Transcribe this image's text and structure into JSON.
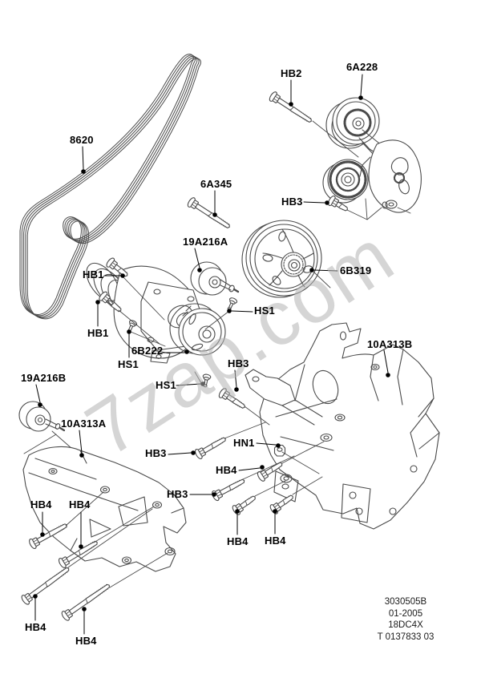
{
  "watermark": {
    "text": "7zap.com"
  },
  "footer": {
    "lines": [
      "3030505B",
      "01-2005",
      "18DC4X",
      "T 0137833 03"
    ]
  },
  "colors": {
    "line": "#4a4a4a",
    "label": "#000000",
    "watermark": "#b4b4b4"
  },
  "callouts": [
    {
      "part": "8620"
    },
    {
      "part": "HB2"
    },
    {
      "part": "6A228"
    },
    {
      "part": "HB3"
    },
    {
      "part": "6A345"
    },
    {
      "part": "19A216A"
    },
    {
      "part": "6B319"
    },
    {
      "part": "HB1"
    },
    {
      "part": "HB1"
    },
    {
      "part": "HS1"
    },
    {
      "part": "6B222"
    },
    {
      "part": "HS1"
    },
    {
      "part": "HS1"
    },
    {
      "part": "HB3"
    },
    {
      "part": "10A313B"
    },
    {
      "part": "19A216B"
    },
    {
      "part": "10A313A"
    },
    {
      "part": "HB3"
    },
    {
      "part": "HN1"
    },
    {
      "part": "HB4"
    },
    {
      "part": "HB3"
    },
    {
      "part": "HB4"
    },
    {
      "part": "HB4"
    },
    {
      "part": "HB4"
    },
    {
      "part": "HB4"
    },
    {
      "part": "HB4"
    },
    {
      "part": "HB4"
    }
  ]
}
